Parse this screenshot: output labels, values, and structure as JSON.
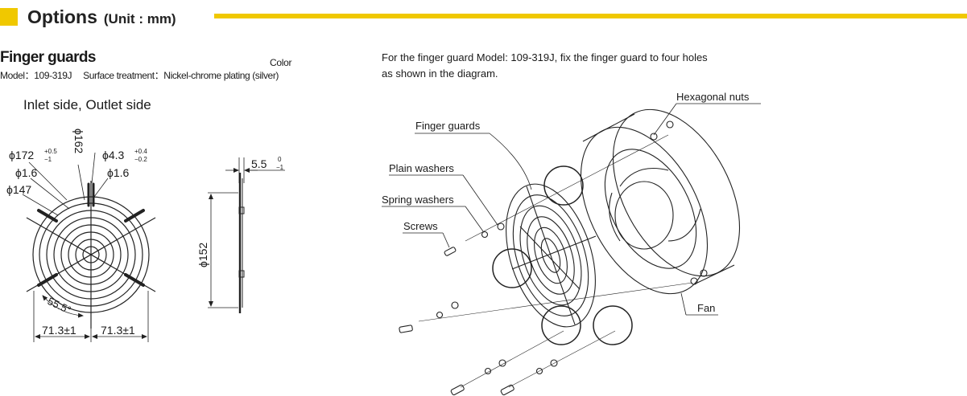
{
  "header": {
    "title": "Options",
    "unit": "(Unit : mm)",
    "accent_color": "#f0c800"
  },
  "product": {
    "name": "Finger guards",
    "color_header": "Color",
    "model_label": "Model：109-319J",
    "surface_treatment": "Surface treatment：Nickel-chrome plating (silver)"
  },
  "views": {
    "label": "Inlet side, Outlet side"
  },
  "dims": {
    "d172": "ϕ172",
    "d172_tol_upper": "+0.5",
    "d172_tol_lower": "−1",
    "d162": "ϕ162",
    "d43": "ϕ4.3",
    "d43_tol_upper": "+0.4",
    "d43_tol_lower": "−0.2",
    "d16a": "ϕ1.6",
    "d16b": "ϕ1.6",
    "d147": "ϕ147",
    "angle": "55.5°",
    "w1": "71.3±1",
    "w2": "71.3±1",
    "depth": "5.5",
    "depth_tol_upper": "0",
    "depth_tol_lower": "−1",
    "d152": "ϕ152"
  },
  "instructions": {
    "line1": "For the finger guard Model: 109-319J, fix the finger guard to four holes",
    "line2": "as shown in the diagram."
  },
  "callouts": {
    "hex_nuts": "Hexagonal nuts",
    "finger_guards": "Finger guards",
    "plain_washers": "Plain washers",
    "spring_washers": "Spring washers",
    "screws": "Screws",
    "fan": "Fan"
  }
}
